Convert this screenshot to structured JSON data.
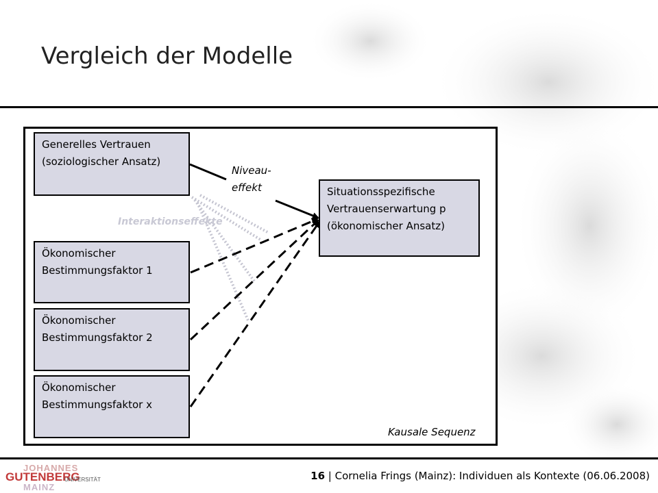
{
  "slide": {
    "title": "Vergleich der Modelle"
  },
  "diagram": {
    "boxes": {
      "general_trust": {
        "line1": "Generelles  Vertrauen",
        "line2": "(soziologischer  Ansatz)"
      },
      "factor1": {
        "line1": "Ökonomischer",
        "line2": "Bestimmungsfaktor  1"
      },
      "factor2": {
        "line1": "Ökonomischer",
        "line2": "Bestimmungsfaktor  2"
      },
      "factorx": {
        "line1": "Ökonomischer",
        "line2": "Bestimmungsfaktor  x"
      },
      "target": {
        "line1": "Situationsspezifische",
        "line2": "Vertrauenserwartung  p",
        "line3": "(ökonomischer  Ansatz)"
      }
    },
    "labels": {
      "level_effect_1": "Niveau-",
      "level_effect_2": "effekt",
      "interaction": "Interaktionseffekte",
      "sequence": "Kausale Sequenz"
    },
    "colors": {
      "box_fill": "#d8d8e4",
      "interaction_text": "#c8c8d4",
      "dotted_lines": "#c4c4d0"
    }
  },
  "footer": {
    "page_number": "16",
    "separator": " | ",
    "text": "Cornelia Frings (Mainz): Individuen als Kontexte (06.06.2008)"
  },
  "logo": {
    "line1": "JOHANNES",
    "line2": "GUTENBERG",
    "line3": "UNIVERSITÄT",
    "line4": "MAINZ",
    "color": "#c23a3a"
  }
}
